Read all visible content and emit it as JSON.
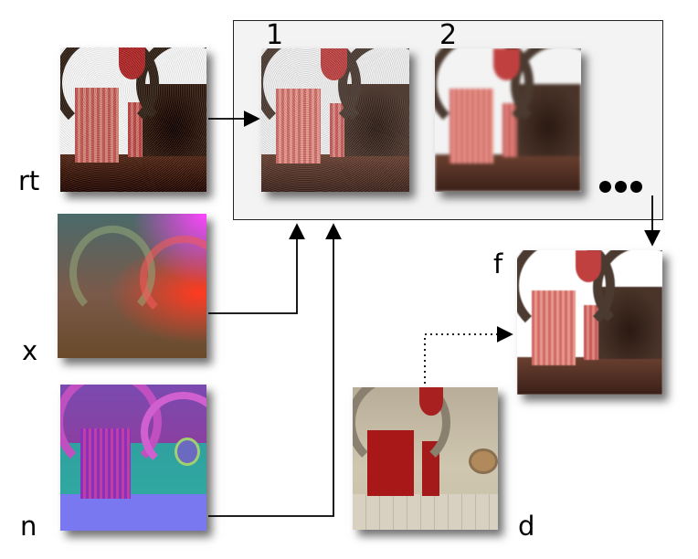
{
  "labels": {
    "rt": "rt",
    "x": "x",
    "n": "n",
    "d": "d",
    "f": "f"
  },
  "stages": [
    "1",
    "2"
  ],
  "colors": {
    "panel_border": "#222222",
    "panel_fill": "#f3f3f3",
    "arrow": "#000000"
  }
}
